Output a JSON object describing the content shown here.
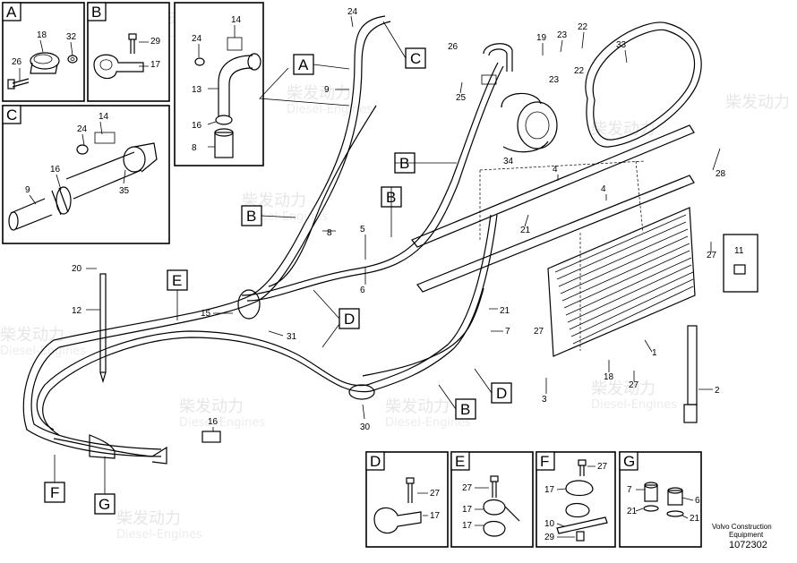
{
  "watermark": {
    "brand": "柴发动力",
    "sub": "Diesel-Engines"
  },
  "footer": {
    "line1": "Volvo Construction",
    "line2": "Equipment",
    "number": "1072302"
  },
  "panels": {
    "A": {
      "letter": "A",
      "labels": [
        "18",
        "32",
        "26"
      ]
    },
    "B": {
      "letter": "B",
      "labels": [
        "29",
        "17"
      ]
    },
    "C": {
      "letter": "C",
      "labels": [
        "14",
        "24",
        "16",
        "9",
        "35"
      ]
    },
    "D": {
      "letter": "D",
      "labels": [
        "27",
        "17"
      ]
    },
    "E": {
      "letter": "E",
      "labels": [
        "27",
        "17",
        "17"
      ]
    },
    "F": {
      "letter": "F",
      "labels": [
        "27",
        "17",
        "10",
        "29"
      ]
    },
    "G": {
      "letter": "G",
      "labels": [
        "7",
        "6",
        "21",
        "21"
      ]
    },
    "detail_top": {
      "labels": [
        "14",
        "24",
        "13",
        "16",
        "8"
      ]
    }
  },
  "callouts": {
    "A": "A",
    "C": "C",
    "B1": "B",
    "B2": "B",
    "B3": "B",
    "B4": "B",
    "E": "E",
    "D1": "D",
    "D2": "D",
    "F": "F",
    "G": "G"
  },
  "main_labels": {
    "l24a": "24",
    "l9": "9",
    "l26": "26",
    "l25": "25",
    "l19": "19",
    "l23a": "23",
    "l22a": "22",
    "l33": "33",
    "l23b": "23",
    "l22b": "22",
    "l34": "34",
    "l28": "28",
    "l4a": "4",
    "l4b": "4",
    "l8": "8",
    "l5": "5",
    "l6": "6",
    "l21a": "21",
    "l27a": "27",
    "l11": "11",
    "l20": "20",
    "l12": "12",
    "l15": "15",
    "l31": "31",
    "l21b": "21",
    "l7": "7",
    "l27b": "27",
    "l1": "1",
    "l18": "18",
    "l27c": "27",
    "l3": "3",
    "l2": "2",
    "l30": "30",
    "l16": "16"
  }
}
